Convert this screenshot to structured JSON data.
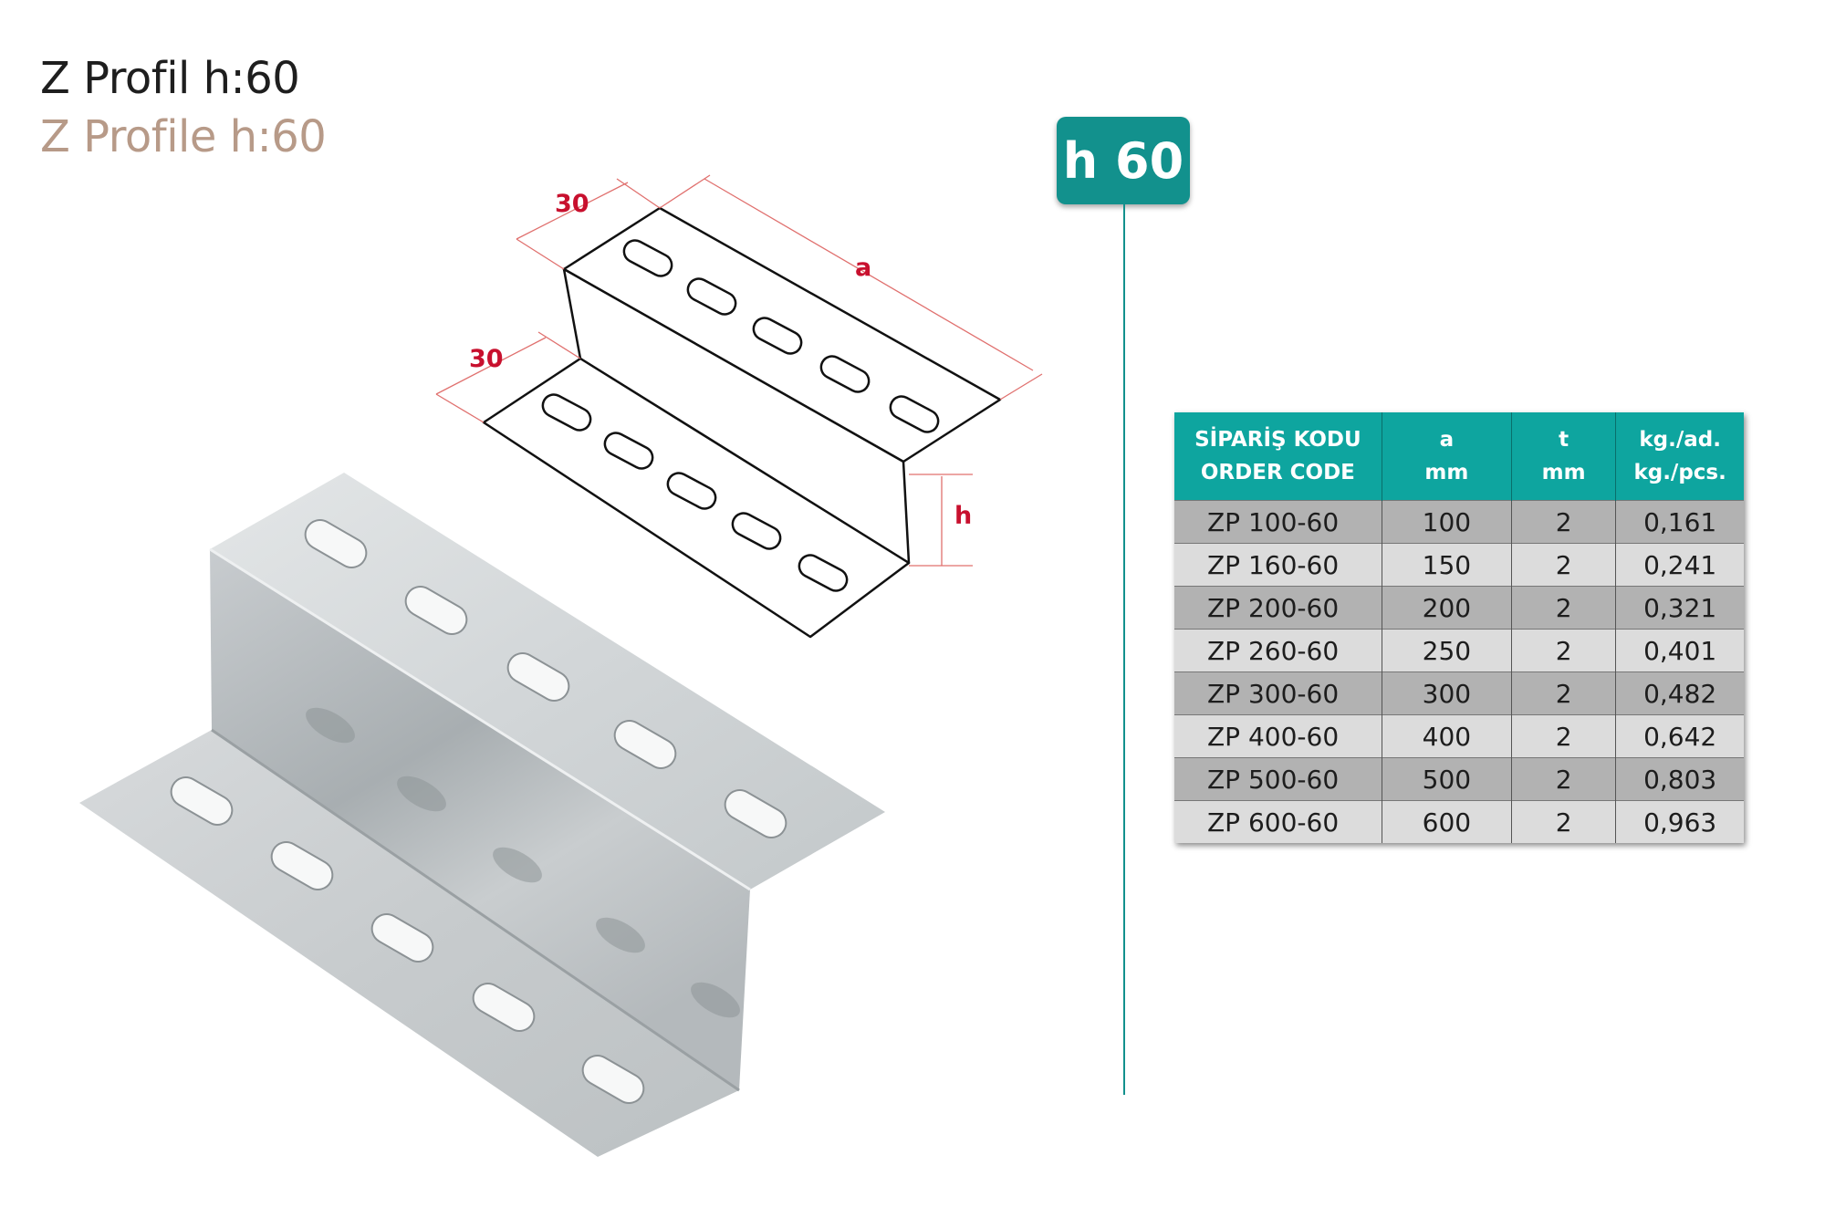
{
  "title": {
    "tr": "Z Profil h:60",
    "en": "Z Profile h:60"
  },
  "badge": "h 60",
  "drawing": {
    "dim_top_flange": "30",
    "dim_bottom_flange": "30",
    "dim_length": "a",
    "dim_height": "h"
  },
  "table": {
    "headers": [
      {
        "line1": "SİPARİŞ KODU",
        "line2": "ORDER CODE"
      },
      {
        "line1": "a",
        "line2": "mm"
      },
      {
        "line1": "t",
        "line2": "mm"
      },
      {
        "line1": "kg./ad.",
        "line2": "kg./pcs."
      }
    ],
    "rows": [
      {
        "code": "ZP 100-60",
        "a": "100",
        "t": "2",
        "kg": "0,161"
      },
      {
        "code": "ZP 160-60",
        "a": "150",
        "t": "2",
        "kg": "0,241"
      },
      {
        "code": "ZP 200-60",
        "a": "200",
        "t": "2",
        "kg": "0,321"
      },
      {
        "code": "ZP 260-60",
        "a": "250",
        "t": "2",
        "kg": "0,401"
      },
      {
        "code": "ZP 300-60",
        "a": "300",
        "t": "2",
        "kg": "0,482"
      },
      {
        "code": "ZP 400-60",
        "a": "400",
        "t": "2",
        "kg": "0,642"
      },
      {
        "code": "ZP 500-60",
        "a": "500",
        "t": "2",
        "kg": "0,803"
      },
      {
        "code": "ZP 600-60",
        "a": "600",
        "t": "2",
        "kg": "0,963"
      }
    ]
  },
  "colors": {
    "accent": "#12918d",
    "header_bg": "#0ea59f",
    "dimension_red": "#c8102e",
    "subtitle": "#b79a88",
    "row_dark": "#b2b2b2",
    "row_light": "#dcdcdc"
  }
}
